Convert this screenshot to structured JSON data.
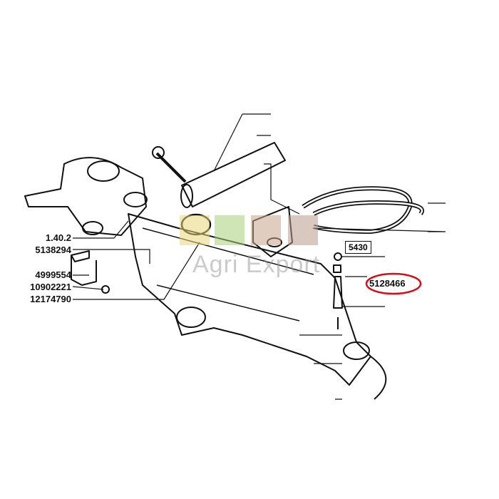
{
  "diagram": {
    "title": "Front axle steering cylinder exploded view",
    "part_labels": [
      "1.40.2",
      "5138294",
      "4999554",
      "10902221",
      "12174790"
    ],
    "boxed_label": "5430",
    "highlighted_part": "5128466",
    "highlight_color": "#d0101a",
    "watermark": "Agri Export",
    "watermark_colors": [
      "#e8d77a",
      "#a9cf7a",
      "#c9a48c",
      "#b89a8a"
    ]
  }
}
